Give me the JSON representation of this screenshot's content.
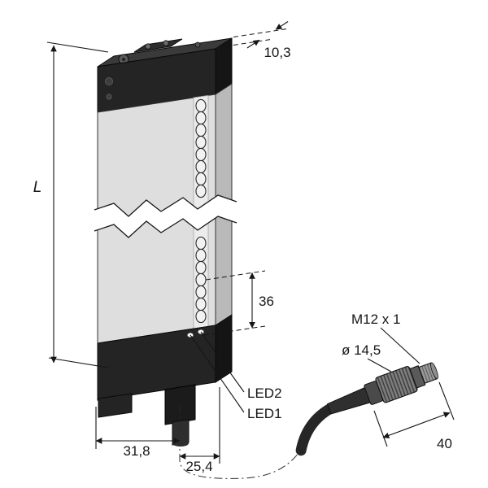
{
  "drawing": {
    "type": "technical-dimension-drawing",
    "subject": "photoelectric-light-curtain-sensor-with-m12-connector",
    "dimensions": {
      "length_label": "L",
      "depth": "10,3",
      "window_to_bottom": "36",
      "width": "31,8",
      "cable_offset": "25,4",
      "connector_length": "40"
    },
    "connector": {
      "thread": "M12 x 1",
      "diameter": "ø 14,5"
    },
    "indicators": {
      "led2": "LED2",
      "led1": "LED1"
    },
    "colors": {
      "background": "#ffffff",
      "cap_dark": "#242424",
      "body_gray": "#dedede",
      "body_side_gray": "#b9b9b9",
      "line": "#161616"
    }
  }
}
